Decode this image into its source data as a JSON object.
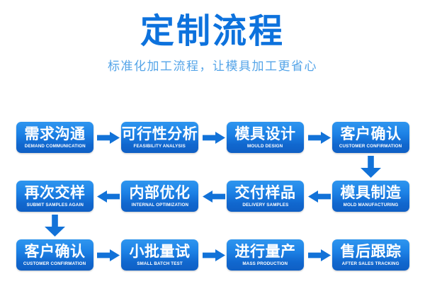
{
  "header": {
    "title": "定制流程",
    "subtitle": "标准化加工流程，让模具加工更省心",
    "title_color": "#0d72dd",
    "subtitle_color": "#54a4e8"
  },
  "theme": {
    "node_fill_top": "#2f96ef",
    "node_fill_bottom": "#0f5fc4",
    "arrow_color": "#1272d8",
    "node_text_color": "#ffffff",
    "background": "#ffffff"
  },
  "flow": {
    "nodes": [
      {
        "id": "n1",
        "cn": "需求沟通",
        "en": "DEMAND COMMUNICATION",
        "row": 1,
        "col": 1
      },
      {
        "id": "n2",
        "cn": "可行性分析",
        "en": "FEASIBILITY ANALYSIS",
        "row": 1,
        "col": 2
      },
      {
        "id": "n3",
        "cn": "模具设计",
        "en": "MOULD DESIGN",
        "row": 1,
        "col": 3
      },
      {
        "id": "n4",
        "cn": "客户确认",
        "en": "CUSTOMER CONFIRMATION",
        "row": 1,
        "col": 4
      },
      {
        "id": "n5",
        "cn": "再次交样",
        "en": "SUBMIT SAMPLES AGAIN",
        "row": 2,
        "col": 1
      },
      {
        "id": "n6",
        "cn": "内部优化",
        "en": "INTERNAL OPTIMIZATION",
        "row": 2,
        "col": 2
      },
      {
        "id": "n7",
        "cn": "交付样品",
        "en": "DELIVERY SAMPLES",
        "row": 2,
        "col": 3
      },
      {
        "id": "n8",
        "cn": "模具制造",
        "en": "MOLD MANUFACTURING",
        "row": 2,
        "col": 4
      },
      {
        "id": "n9",
        "cn": "客户确认",
        "en": "CUSTOMER CONFIRMATION",
        "row": 3,
        "col": 1
      },
      {
        "id": "n10",
        "cn": "小批量试",
        "en": "SMALL BATCH TEST",
        "row": 3,
        "col": 2
      },
      {
        "id": "n11",
        "cn": "进行量产",
        "en": "MASS PRODUCTION",
        "row": 3,
        "col": 3
      },
      {
        "id": "n12",
        "cn": "售后跟踪",
        "en": "AFTER SALES TRACKING",
        "row": 3,
        "col": 4
      }
    ],
    "connectors": [
      {
        "id": "a1",
        "from": "n1",
        "to": "n2",
        "direction": "right"
      },
      {
        "id": "a2",
        "from": "n2",
        "to": "n3",
        "direction": "right"
      },
      {
        "id": "a3",
        "from": "n3",
        "to": "n4",
        "direction": "right"
      },
      {
        "id": "a4",
        "from": "n4",
        "to": "n8",
        "direction": "down"
      },
      {
        "id": "a5",
        "from": "n8",
        "to": "n7",
        "direction": "left"
      },
      {
        "id": "a6",
        "from": "n7",
        "to": "n6",
        "direction": "left"
      },
      {
        "id": "a7",
        "from": "n6",
        "to": "n5",
        "direction": "left"
      },
      {
        "id": "a8",
        "from": "n5",
        "to": "n9",
        "direction": "down"
      },
      {
        "id": "a9",
        "from": "n9",
        "to": "n10",
        "direction": "right"
      },
      {
        "id": "a10",
        "from": "n10",
        "to": "n11",
        "direction": "right"
      },
      {
        "id": "a11",
        "from": "n11",
        "to": "n12",
        "direction": "right"
      }
    ]
  }
}
